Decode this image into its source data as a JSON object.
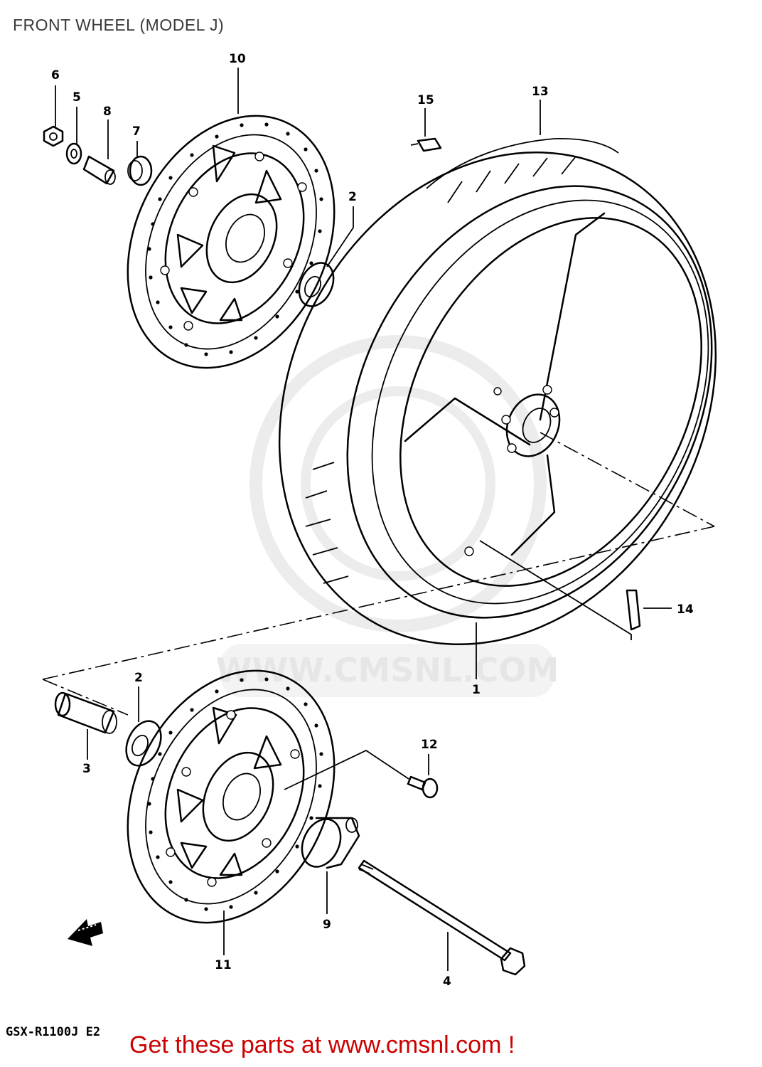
{
  "title": "FRONT WHEEL (MODEL J)",
  "model_code": "GSX-R1100J E2",
  "promo": "Get these parts at www.cmsnl.com !",
  "watermark": "WWW.CMSNL.COM",
  "callouts": {
    "c1": "1",
    "c2a": "2",
    "c2b": "2",
    "c3": "3",
    "c4": "4",
    "c5": "5",
    "c6": "6",
    "c7": "7",
    "c8": "8",
    "c9": "9",
    "c10": "10",
    "c11": "11",
    "c12": "12",
    "c13": "13",
    "c14": "14",
    "c15": "15"
  },
  "colors": {
    "promo": "#cc0000",
    "ink": "#000000",
    "title": "#3a3a3a"
  },
  "icons": {
    "direction_arrow": "front-direction-arrow-icon"
  }
}
